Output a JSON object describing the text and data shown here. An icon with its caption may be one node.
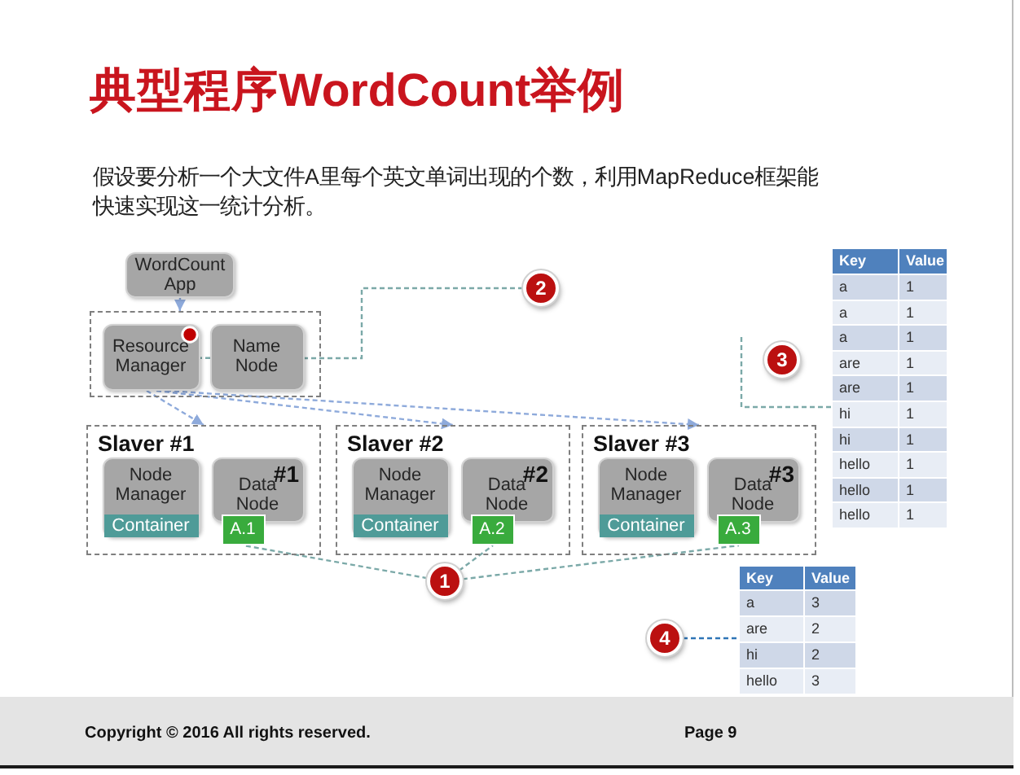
{
  "diagram": {
    "title": "典型程序WordCount举例",
    "nodes": [
      {
        "text": [
          "WordCount App"
        ]
      },
      {
        "text": [],
        "shape": "box"
      },
      {
        "text": [
          "Resource Manager"
        ],
        "in": 1
      },
      {
        "text": [
          "Name Node"
        ],
        "in": 1
      },
      {
        "text": [
          "Slaver #1"
        ]
      },
      {
        "text": [
          "Node Manager"
        ],
        "in": 4
      },
      {
        "text": [
          "Container"
        ],
        "in": 5
      },
      {
        "text": [
          "Data Node",
          "#1"
        ],
        "in": 4
      },
      {
        "text": [
          "A.1"
        ],
        "in": 4
      },
      {
        "text": [
          "Slaver #2"
        ]
      },
      {
        "text": [
          "Node Manager"
        ],
        "in": 9
      },
      {
        "text": [
          "Container"
        ],
        "in": 10
      },
      {
        "text": [
          "Data Node",
          "#2"
        ],
        "in": 9
      },
      {
        "text": [
          "A.2"
        ],
        "in": 9
      },
      {
        "text": [
          "Slaver #3"
        ]
      },
      {
        "text": [
          "Node Manager"
        ],
        "in": 14
      },
      {
        "text": [
          "Container"
        ],
        "in": 15
      },
      {
        "text": [
          "Data Node",
          "#3"
        ],
        "in": 14
      },
      {
        "text": [
          "A.3"
        ],
        "in": 14
      },
      {
        "text": [
          "1"
        ]
      },
      {
        "text": [
          "2"
        ]
      },
      {
        "text": [
          "3"
        ]
      },
      {
        "text": [],
        "shape": "table"
      },
      {
        "text": [
          "4"
        ]
      },
      {
        "text": [],
        "shape": "table"
      }
    ],
    "edges": [
      {
        "from": 0,
        "to": 1,
        "arrow": "to",
        "style": "dashed",
        "color": "#8eaadb"
      },
      {
        "from": 2,
        "to": 4,
        "arrow": "to",
        "style": "dashed",
        "color": "#8eaadb"
      },
      {
        "from": 2,
        "to": 9,
        "arrow": "to",
        "style": "dashed",
        "color": "#8eaadb"
      },
      {
        "from": 2,
        "to": 14,
        "arrow": "to",
        "style": "dashed",
        "color": "#8eaadb"
      },
      {
        "from": 20,
        "to": 2,
        "arrow": "none",
        "style": "dashed"
      },
      {
        "from": 19,
        "to": 8,
        "arrow": "none",
        "style": "dashed"
      },
      {
        "from": 19,
        "to": 13,
        "arrow": "none",
        "style": "dashed"
      },
      {
        "from": 19,
        "to": 18,
        "arrow": "none",
        "style": "dashed"
      },
      {
        "from": null,
        "to": 22,
        "arrow": "none",
        "style": "dashed"
      },
      {
        "from": 23,
        "to": 24,
        "arrow": "none",
        "style": "dashed",
        "color": "#2e75b6"
      }
    ],
    "labels": [
      "假设要分析一个大文件A里每个英文单词出现的个数，利用MapReduce框架能快速实现这一统计分析。",
      "Key",
      "Value",
      "a",
      "1",
      "a",
      "1",
      "a",
      "1",
      "are",
      "1",
      "are",
      "1",
      "hi",
      "1",
      "hi",
      "1",
      "hello",
      "1",
      "hello",
      "1",
      "hello",
      "1",
      "Key",
      "Value",
      "a",
      "3",
      "are",
      "2",
      "hi",
      "2",
      "hello",
      "3",
      "Copyright © 2016 All rights reserved.",
      "Page 9"
    ]
  }
}
